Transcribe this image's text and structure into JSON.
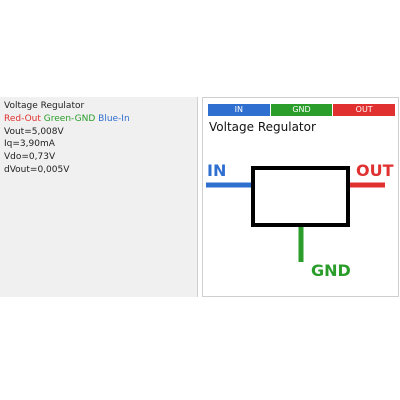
{
  "info": {
    "title": "Voltage Regulator",
    "legend": {
      "out_text": "Red-Out",
      "gnd_text": "Green-GND",
      "in_text": "Blue-In"
    },
    "vout": "Vout=5,008V",
    "iq": "Iq=3,90mA",
    "vdo": "Vdo=0,73V",
    "dvout": "dVout=0,005V"
  },
  "diagram": {
    "pin_tabs": [
      {
        "label": "IN",
        "color": "#2f6fd0"
      },
      {
        "label": "GND",
        "color": "#2a9d2a"
      },
      {
        "label": "OUT",
        "color": "#e03030"
      }
    ],
    "title": "Voltage Regulator",
    "labels": {
      "in": "IN",
      "out": "OUT",
      "gnd": "GND"
    },
    "colors": {
      "in": "#2f6fd0",
      "out": "#e03030",
      "gnd": "#2a9d2a",
      "body": "#000000"
    }
  }
}
